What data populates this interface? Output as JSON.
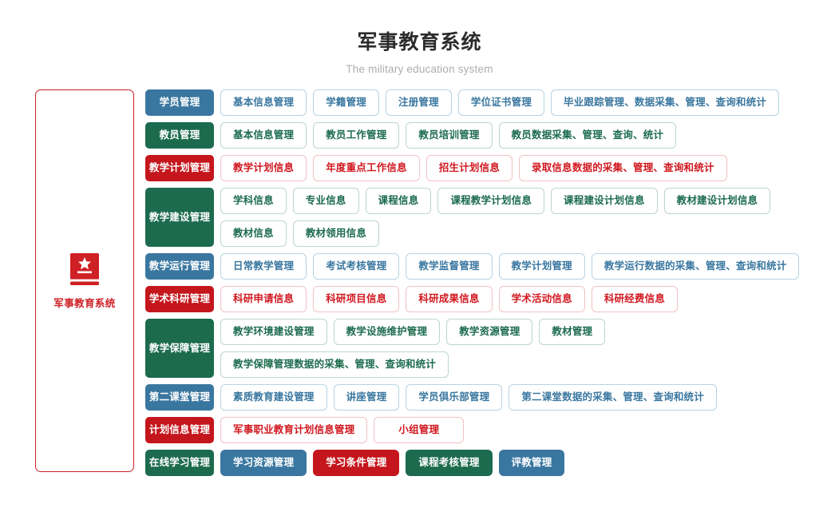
{
  "header": {
    "title": "军事教育系统",
    "subtitle": "The military education system"
  },
  "sidebar": {
    "icon": "book-star-icon",
    "label": "军事教育系统",
    "accent_color": "#cf2025"
  },
  "colors": {
    "blue": "#3a77a0",
    "green": "#1c6b4e",
    "red": "#c4161c",
    "blue_border": "#b7d3e4",
    "green_border": "#bcd6ca",
    "red_border": "#f0c2c4",
    "title": "#2b2b2b",
    "subtitle": "#adadad"
  },
  "rows": [
    {
      "label": "学员管理",
      "theme": "blue",
      "style": "outline",
      "items": [
        "基本信息管理",
        "学籍管理",
        "注册管理",
        "学位证书管理",
        "毕业跟踪管理、数据采集、管理、查询和统计"
      ]
    },
    {
      "label": "教员管理",
      "theme": "green",
      "style": "outline",
      "items": [
        "基本信息管理",
        "教员工作管理",
        "教员培训管理",
        "教员数据采集、管理、查询、统计"
      ]
    },
    {
      "label": "教学计划管理",
      "theme": "red",
      "style": "outline",
      "items": [
        "教学计划信息",
        "年度重点工作信息",
        "招生计划信息",
        "录取信息数据的采集、管理、查询和统计"
      ]
    },
    {
      "label": "教学建设管理",
      "theme": "green",
      "style": "outline",
      "items": [
        "学科信息",
        "专业信息",
        "课程信息",
        "课程教学计划信息",
        "课程建设计划信息",
        "教材建设计划信息",
        "教材信息",
        "教材领用信息"
      ]
    },
    {
      "label": "教学运行管理",
      "theme": "blue",
      "style": "outline",
      "items": [
        "日常教学管理",
        "考试考核管理",
        "教学监督管理",
        "教学计划管理",
        "教学运行数据的采集、管理、查询和统计"
      ]
    },
    {
      "label": "学术科研管理",
      "theme": "red",
      "style": "outline",
      "items": [
        "科研申请信息",
        "科研项目信息",
        "科研成果信息",
        "学术活动信息",
        "科研经费信息"
      ]
    },
    {
      "label": "教学保障管理",
      "theme": "green",
      "style": "outline",
      "items": [
        "教学环境建设管理",
        "教学设施维护管理",
        "教学资源管理",
        "教材管理",
        "教学保障管理数据的采集、管理、查询和统计"
      ]
    },
    {
      "label": "第二课堂管理",
      "theme": "blue",
      "style": "outline",
      "items": [
        "素质教育建设管理",
        "讲座管理",
        "学员俱乐部管理",
        "第二课堂数据的采集、管理、查询和统计"
      ]
    },
    {
      "label": "计划信息管理",
      "theme": "red",
      "style": "outline",
      "items": [
        "军事职业教育计划信息管理",
        "小组管理"
      ]
    },
    {
      "label": "在线学习管理",
      "theme": "green",
      "style": "filled",
      "items": [
        "学习资源管理",
        "学习条件管理",
        "课程考核管理",
        "评教管理"
      ],
      "item_themes": [
        "blue",
        "red",
        "green",
        "blue"
      ]
    }
  ]
}
